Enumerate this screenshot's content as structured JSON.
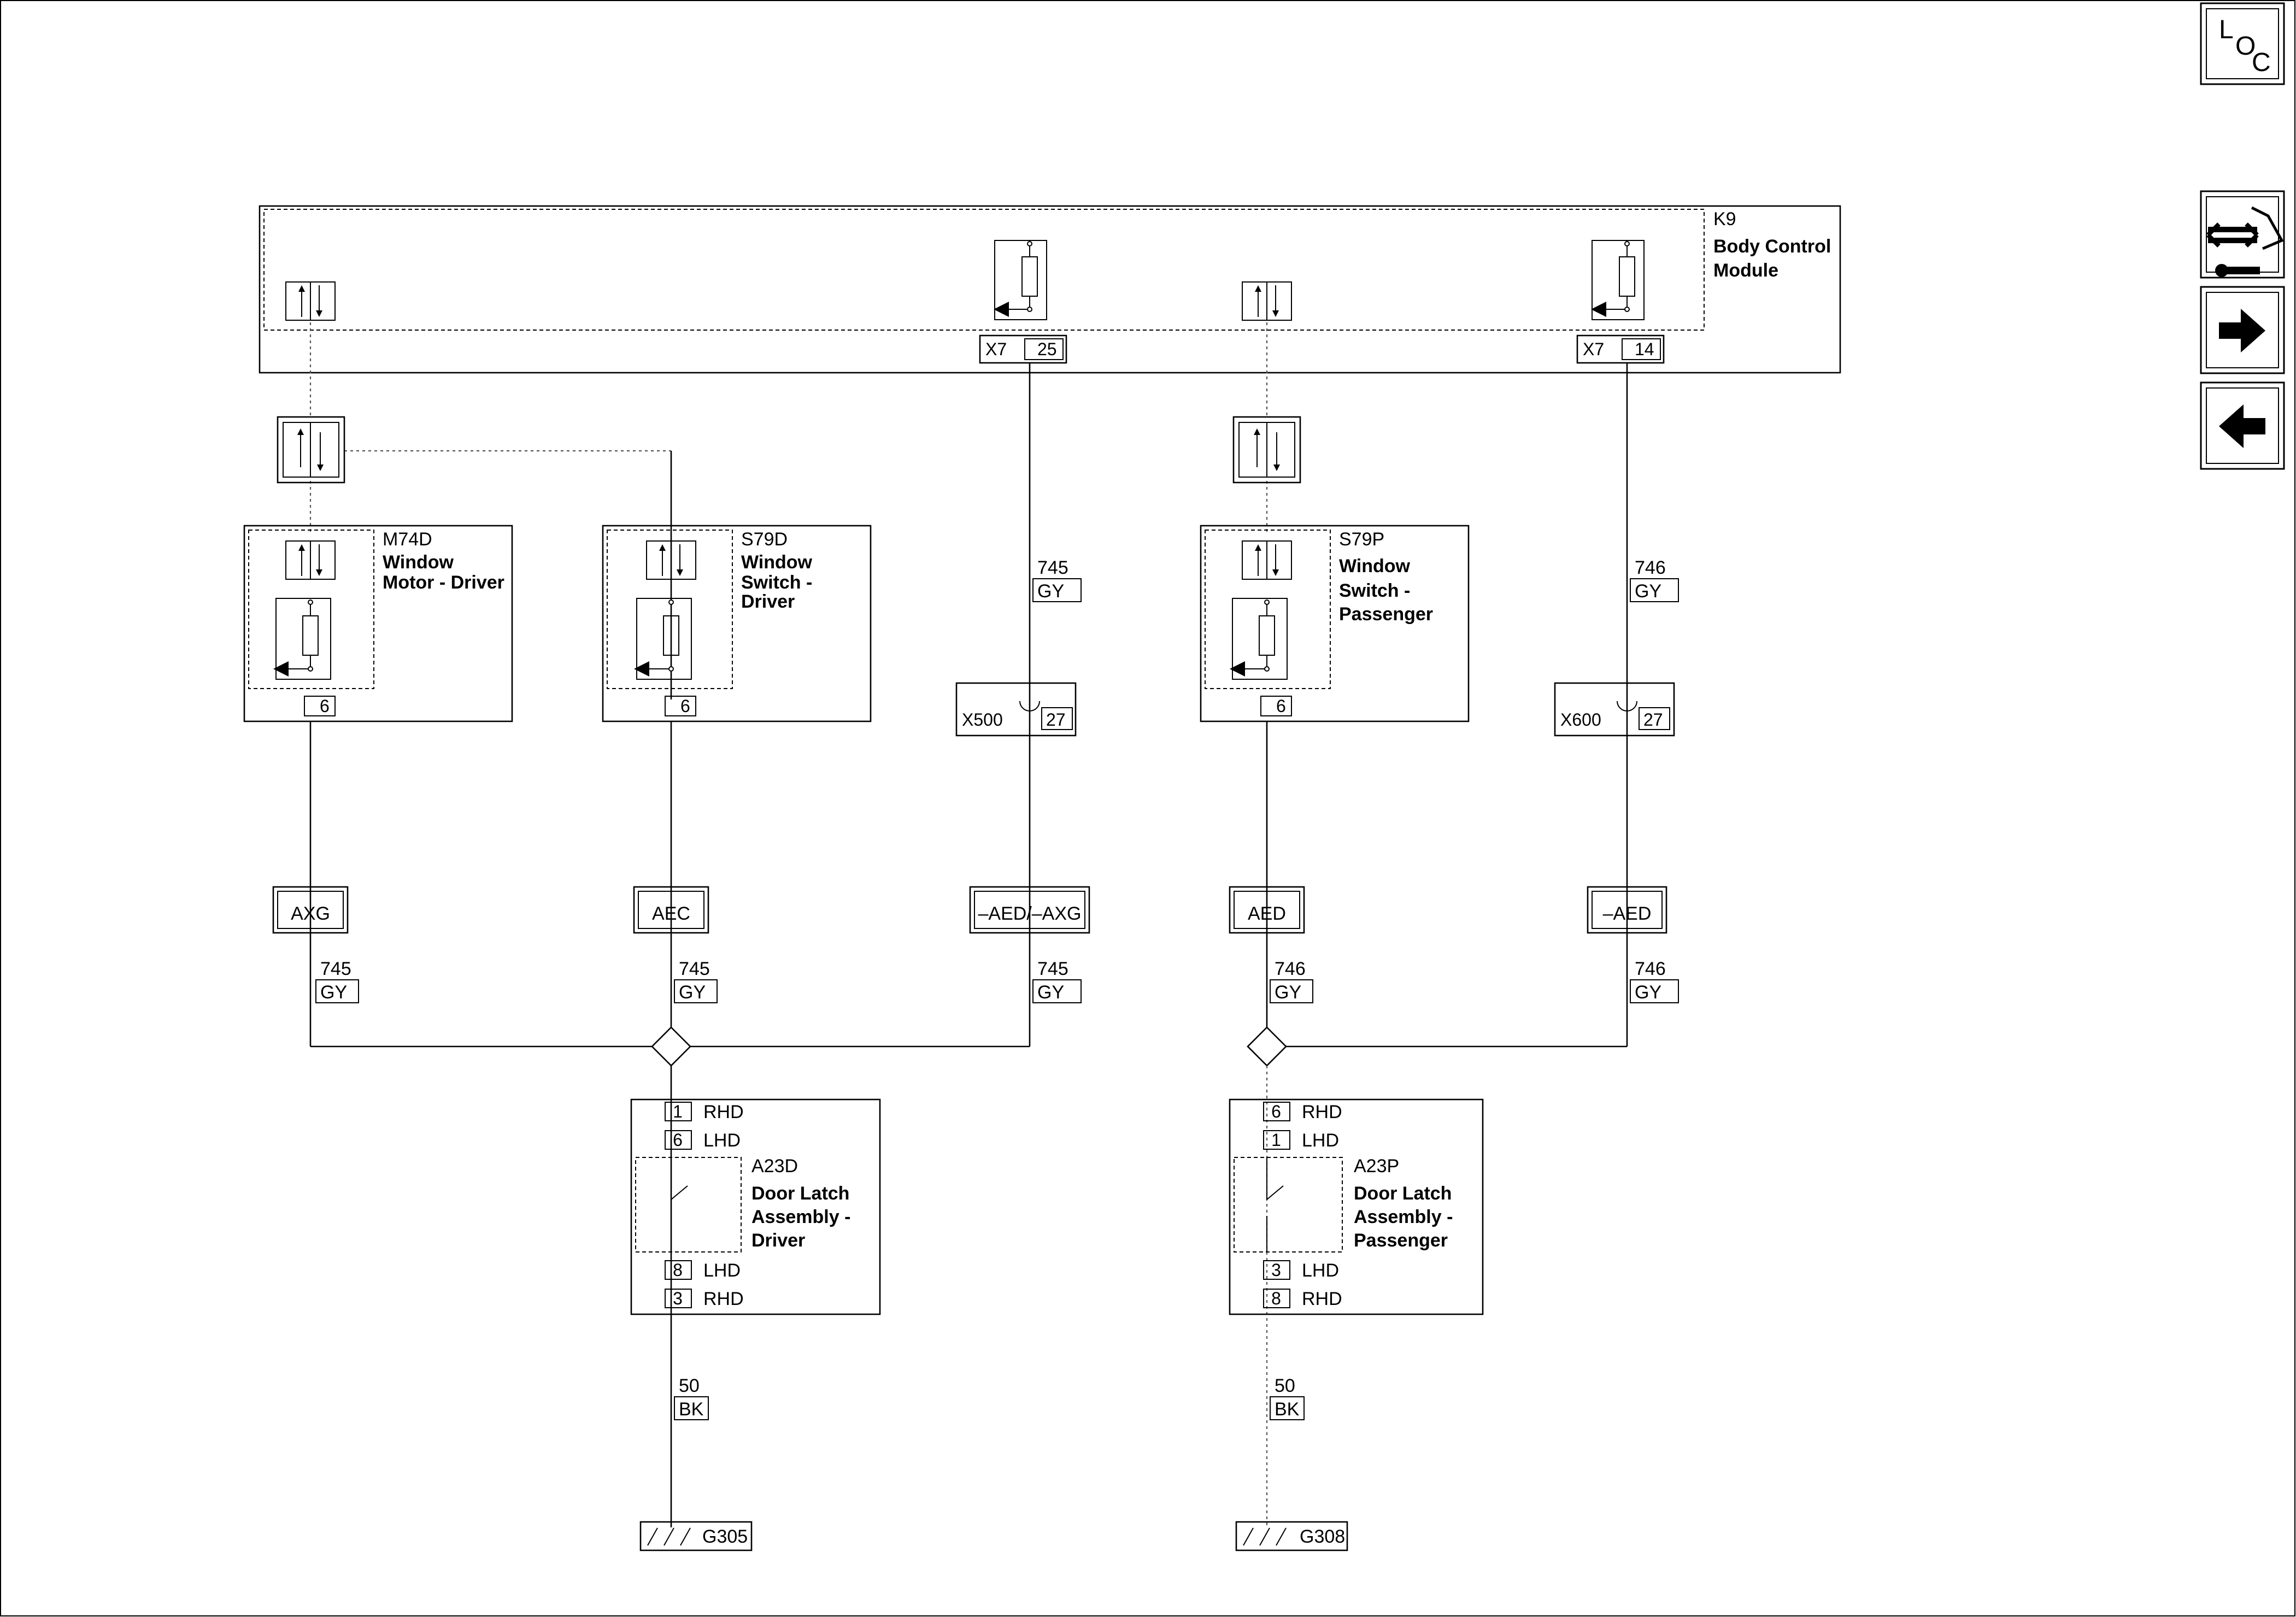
{
  "nav": {
    "loc_l": "L",
    "loc_o": "O",
    "loc_c": "C"
  },
  "bcm": {
    "ref": "K9",
    "name_line1": "Body Control",
    "name_line2": "Module",
    "conn_a": "X7",
    "pin_a": "25",
    "conn_b": "X7",
    "pin_b": "14"
  },
  "m74d": {
    "ref": "M74D",
    "line1": "Window",
    "line2": "Motor - Driver",
    "pin": "6"
  },
  "s79d": {
    "ref": "S79D",
    "line1": "Window",
    "line2": "Switch -",
    "line3": "Driver",
    "pin": "6"
  },
  "s79p": {
    "ref": "S79P",
    "line1": "Window",
    "line2": "Switch -",
    "line3": "Passenger",
    "pin": "6"
  },
  "x500": {
    "ref": "X500",
    "pin": "27"
  },
  "x600": {
    "ref": "X600",
    "pin": "27"
  },
  "wires": {
    "w745_top": {
      "num": "745",
      "color": "GY"
    },
    "w746_top": {
      "num": "746",
      "color": "GY"
    },
    "w745_a": {
      "num": "745",
      "color": "GY"
    },
    "w745_b": {
      "num": "745",
      "color": "GY"
    },
    "w745_c": {
      "num": "745",
      "color": "GY"
    },
    "w746_a": {
      "num": "746",
      "color": "GY"
    },
    "w746_b": {
      "num": "746",
      "color": "GY"
    },
    "w50_d": {
      "num": "50",
      "color": "BK"
    },
    "w50_p": {
      "num": "50",
      "color": "BK"
    }
  },
  "options": {
    "axg": "AXG",
    "aec": "AEC",
    "aed_axg": "–AED/–AXG",
    "aed": "AED",
    "not_aed": "–AED"
  },
  "a23d": {
    "pin_top1": "1",
    "lab_top1": "RHD",
    "pin_top2": "6",
    "lab_top2": "LHD",
    "ref": "A23D",
    "line1": "Door Latch",
    "line2": "Assembly -",
    "line3": "Driver",
    "pin_bot1": "8",
    "lab_bot1": "LHD",
    "pin_bot2": "3",
    "lab_bot2": "RHD"
  },
  "a23p": {
    "pin_top1": "6",
    "lab_top1": "RHD",
    "pin_top2": "1",
    "lab_top2": "LHD",
    "ref": "A23P",
    "line1": "Door Latch",
    "line2": "Assembly -",
    "line3": "Passenger",
    "pin_bot1": "3",
    "lab_bot1": "LHD",
    "pin_bot2": "8",
    "lab_bot2": "RHD"
  },
  "grounds": {
    "g305": "G305",
    "g308": "G308"
  }
}
